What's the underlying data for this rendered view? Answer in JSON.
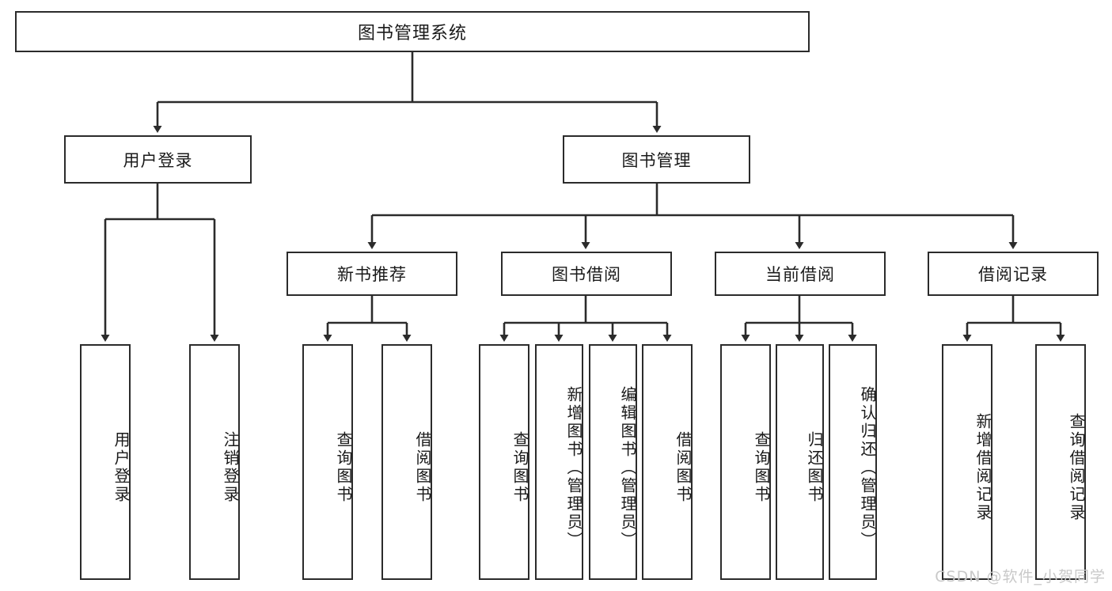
{
  "diagram": {
    "title": "图书管理系统",
    "type": "tree-hierarchy-diagram",
    "watermark": "CSDN @软件_小贺同学",
    "colors": {
      "box_border": "#2b2b2b",
      "box_fill": "#ffffff",
      "connector": "#2b2b2b",
      "text": "#1a1a1a",
      "watermark": "#c9c9c9"
    },
    "root": {
      "label": "图书管理系统"
    },
    "level2": [
      {
        "label": "用户登录"
      },
      {
        "label": "图书管理"
      }
    ],
    "level3": [
      {
        "label": "新书推荐"
      },
      {
        "label": "图书借阅"
      },
      {
        "label": "当前借阅"
      },
      {
        "label": "借阅记录"
      }
    ],
    "leaves": [
      {
        "label": "用户登录"
      },
      {
        "label": "注销登录"
      },
      {
        "label": "查询图书"
      },
      {
        "label": "借阅图书"
      },
      {
        "label": "查询图书"
      },
      {
        "label": "新增图书（管理员）"
      },
      {
        "label": "编辑图书（管理员）"
      },
      {
        "label": "借阅图书"
      },
      {
        "label": "查询图书"
      },
      {
        "label": "归还图书"
      },
      {
        "label": "确认归还（管理员）"
      },
      {
        "label": "新增借阅记录"
      },
      {
        "label": "查询借阅记录"
      }
    ]
  }
}
